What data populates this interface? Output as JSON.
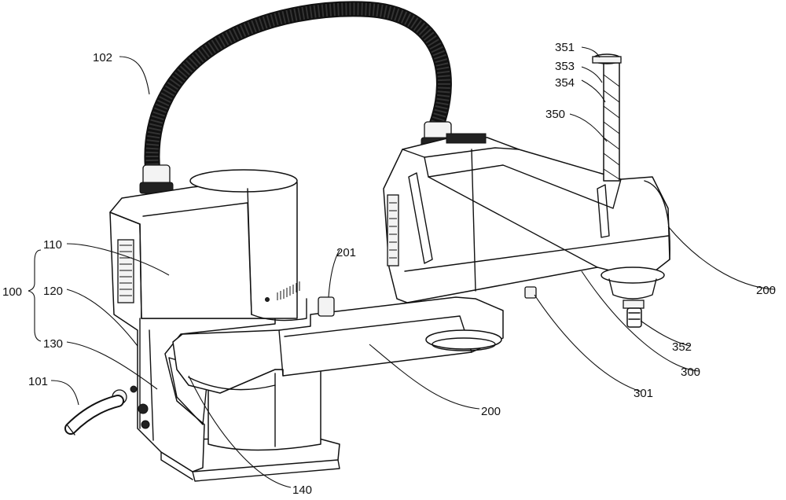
{
  "labels": {
    "l102": "102",
    "l351": "351",
    "l353": "353",
    "l354": "354",
    "l350": "350",
    "l110": "110",
    "l100": "100",
    "l120": "120",
    "l130": "130",
    "l101": "101",
    "l201a": "201",
    "l200a": "200",
    "l200b": "200",
    "l300": "300",
    "l301": "301",
    "l352": "352",
    "l140": "140"
  }
}
